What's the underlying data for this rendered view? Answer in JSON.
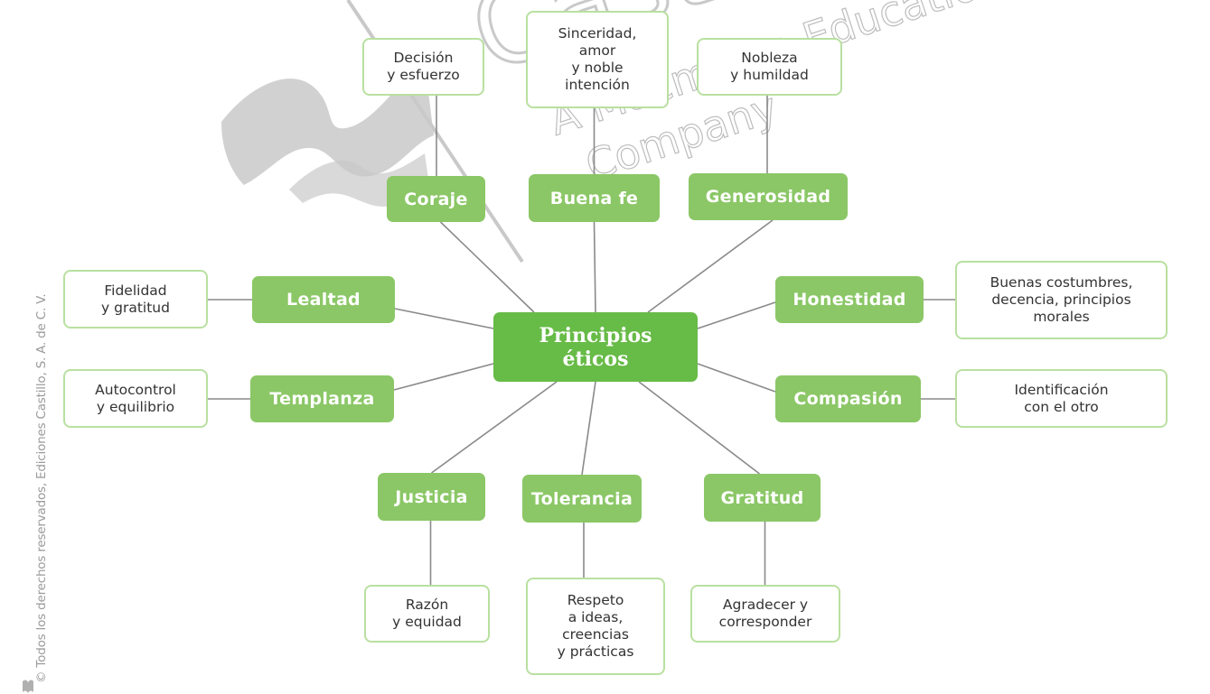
{
  "title": "Principios éticos",
  "copyright": "© Todos los derechos reservados, Ediciones Castillo, S. A. de C. V.",
  "watermark": {
    "brand": "Castillo",
    "line1": "A Macmillan Education",
    "line2": "Company"
  },
  "colors": {
    "principle_fill": "#8bc766",
    "center_fill": "#67bb47",
    "desc_border": "#b9e0a0",
    "connector": "#8a8a8a",
    "text_dark": "#333333"
  },
  "center": {
    "label": "Principios\néticos"
  },
  "principles": [
    {
      "id": "coraje",
      "label": "Coraje",
      "description": "Decisión\ny esfuerzo"
    },
    {
      "id": "buena-fe",
      "label": "Buena fe",
      "description": "Sinceridad,\namor\ny noble\nintención"
    },
    {
      "id": "generosidad",
      "label": "Generosidad",
      "description": "Nobleza\ny humildad"
    },
    {
      "id": "lealtad",
      "label": "Lealtad",
      "description": "Fidelidad\ny gratitud"
    },
    {
      "id": "honestidad",
      "label": "Honestidad",
      "description": "Buenas costumbres,\ndecencia, principios\nmorales"
    },
    {
      "id": "templanza",
      "label": "Templanza",
      "description": "Autocontrol\ny equilibrio"
    },
    {
      "id": "compasion",
      "label": "Compasión",
      "description": "Identificación\ncon el otro"
    },
    {
      "id": "justicia",
      "label": "Justicia",
      "description": "Razón\ny equidad"
    },
    {
      "id": "tolerancia",
      "label": "Tolerancia",
      "description": "Respeto\na ideas,\ncreencias\ny prácticas"
    },
    {
      "id": "gratitud",
      "label": "Gratitud",
      "description": "Agradecer y\ncorresponder"
    }
  ]
}
